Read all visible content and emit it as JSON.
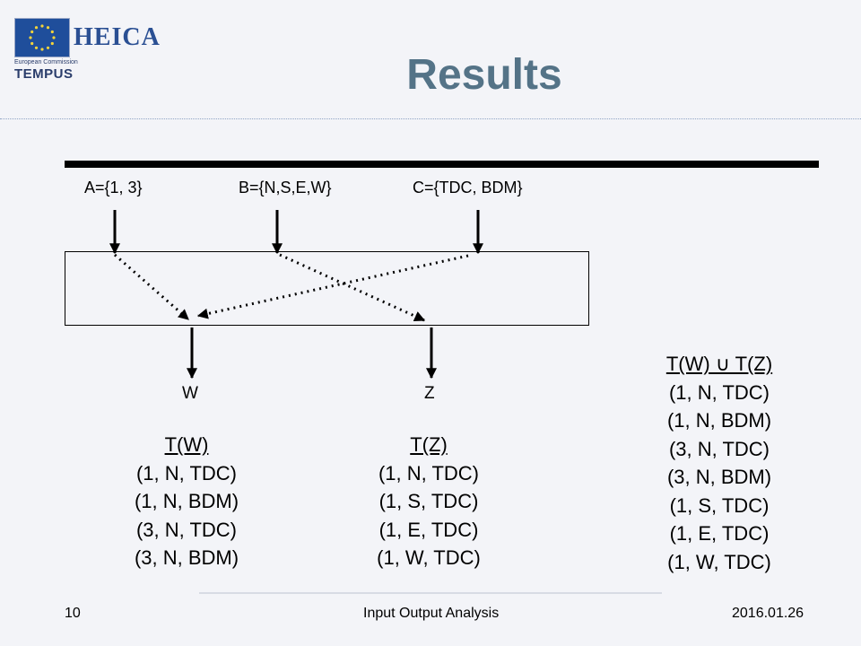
{
  "header": {
    "logo_text": "HEICA",
    "logo_subtext": "European Commission",
    "logo_tempus": "TEMPUS",
    "title": "Results"
  },
  "diagram": {
    "inputs": {
      "a": "A={1, 3}",
      "b": "B={N,S,E,W}",
      "c": "C={TDC, BDM}"
    },
    "outputs": {
      "w": "W",
      "z": "Z"
    }
  },
  "tables": {
    "tw": {
      "heading": "T(W)",
      "rows": [
        "(1, N, TDC)",
        "(1, N, BDM)",
        "(3, N, TDC)",
        "(3, N, BDM)"
      ]
    },
    "tz": {
      "heading": "T(Z)",
      "rows": [
        "(1, N, TDC)",
        "(1, S, TDC)",
        "(1, E, TDC)",
        "(1, W, TDC)"
      ]
    },
    "union": {
      "heading": "T(W) ∪ T(Z)",
      "rows": [
        "(1, N, TDC)",
        "(1, N, BDM)",
        "(3, N, TDC)",
        "(3, N, BDM)",
        "(1, S, TDC)",
        "(1, E, TDC)",
        "(1, W, TDC)"
      ]
    }
  },
  "footer": {
    "page": "10",
    "title": "Input Output Analysis",
    "date": "2016.01.26"
  }
}
